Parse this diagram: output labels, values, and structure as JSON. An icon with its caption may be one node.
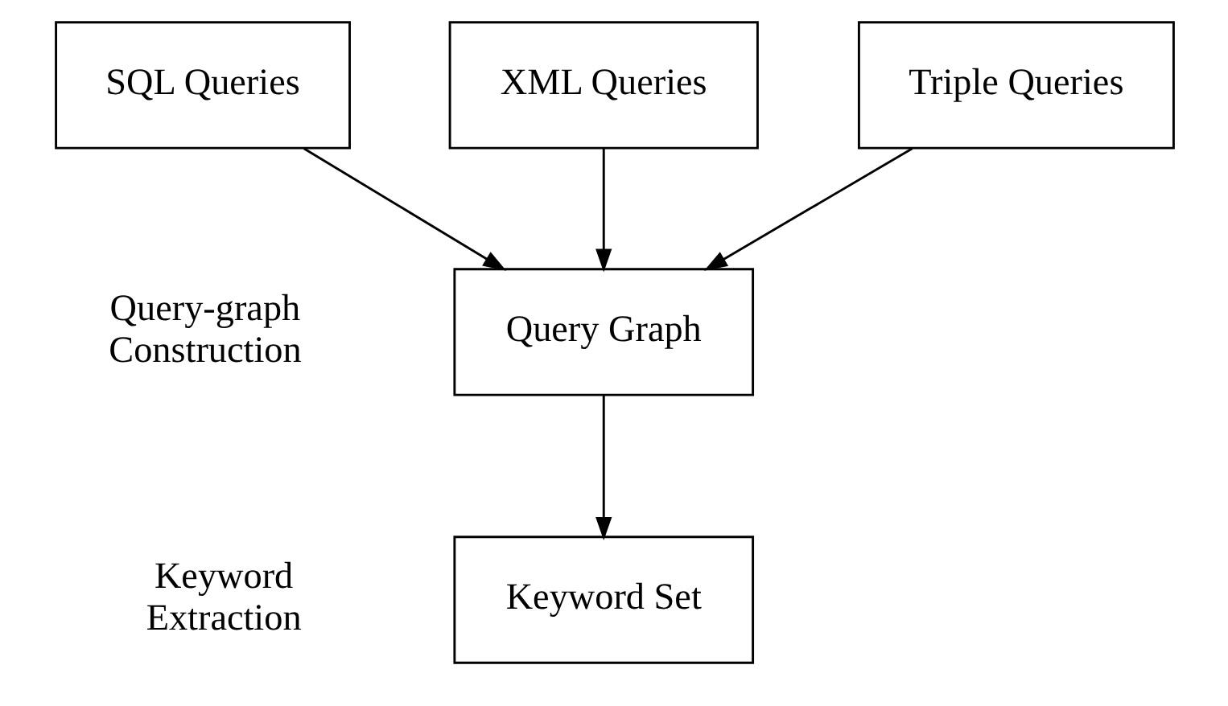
{
  "diagram": {
    "nodes": [
      {
        "text": [
          "SQL Queries"
        ]
      },
      {
        "text": [
          "XML Queries"
        ]
      },
      {
        "text": [
          "Triple Queries"
        ]
      },
      {
        "text": [
          "Query Graph"
        ]
      },
      {
        "text": [
          "Keyword Set"
        ]
      }
    ],
    "edges": [
      {
        "from": 0,
        "to": 3,
        "arrow": "to"
      },
      {
        "from": 1,
        "to": 3,
        "arrow": "to"
      },
      {
        "from": 2,
        "to": 3,
        "arrow": "to"
      },
      {
        "from": 3,
        "to": 4,
        "arrow": "to"
      }
    ],
    "labels": [
      "Query-graph Construction",
      "Keyword Extraction"
    ]
  }
}
